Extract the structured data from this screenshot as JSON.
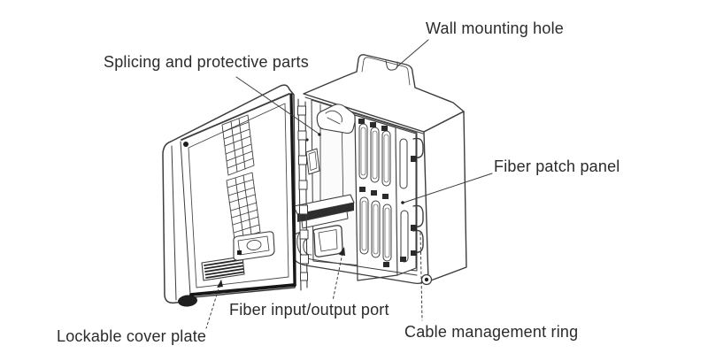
{
  "figure": {
    "background_color": "#ffffff",
    "line_color": "#3c3c3c",
    "heavy_line_color": "#161616",
    "text_color": "#2b2b2b",
    "labels": {
      "wall_mounting_hole": "Wall mounting hole",
      "splicing_and_protective_parts": "Splicing and protective parts",
      "fiber_patch_panel": "Fiber patch panel",
      "fiber_input_output_port": "Fiber input/output port",
      "lockable_cover_plate": "Lockable cover plate",
      "cable_management_ring": "Cable management ring"
    }
  }
}
